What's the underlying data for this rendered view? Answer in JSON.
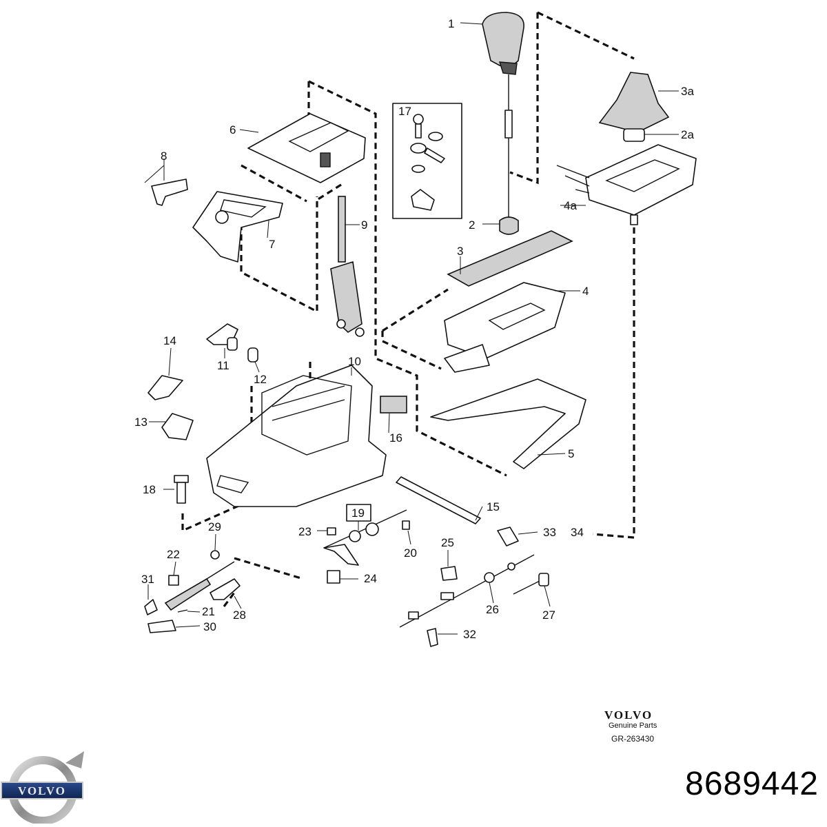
{
  "diagram": {
    "callouts": [
      {
        "id": "1",
        "text": "1"
      },
      {
        "id": "2",
        "text": "2"
      },
      {
        "id": "2a",
        "text": "2a"
      },
      {
        "id": "3",
        "text": "3"
      },
      {
        "id": "3a",
        "text": "3a"
      },
      {
        "id": "4",
        "text": "4"
      },
      {
        "id": "4a",
        "text": "4a"
      },
      {
        "id": "5",
        "text": "5"
      },
      {
        "id": "6",
        "text": "6"
      },
      {
        "id": "7",
        "text": "7"
      },
      {
        "id": "8",
        "text": "8"
      },
      {
        "id": "9",
        "text": "9"
      },
      {
        "id": "10",
        "text": "10"
      },
      {
        "id": "11",
        "text": "11"
      },
      {
        "id": "12",
        "text": "12"
      },
      {
        "id": "13",
        "text": "13"
      },
      {
        "id": "14",
        "text": "14"
      },
      {
        "id": "15",
        "text": "15"
      },
      {
        "id": "16",
        "text": "16"
      },
      {
        "id": "17",
        "text": "17"
      },
      {
        "id": "18",
        "text": "18"
      },
      {
        "id": "19",
        "text": "19"
      },
      {
        "id": "20",
        "text": "20"
      },
      {
        "id": "21",
        "text": "21"
      },
      {
        "id": "22",
        "text": "22"
      },
      {
        "id": "23",
        "text": "23"
      },
      {
        "id": "24",
        "text": "24"
      },
      {
        "id": "25",
        "text": "25"
      },
      {
        "id": "26",
        "text": "26"
      },
      {
        "id": "27",
        "text": "27"
      },
      {
        "id": "28",
        "text": "28"
      },
      {
        "id": "29",
        "text": "29"
      },
      {
        "id": "30",
        "text": "30"
      },
      {
        "id": "31",
        "text": "31"
      },
      {
        "id": "32",
        "text": "32"
      },
      {
        "id": "33",
        "text": "33"
      },
      {
        "id": "34",
        "text": "34"
      }
    ]
  },
  "brand": {
    "wordmark": "VOLVO",
    "subtitle": "Genuine Parts",
    "reference": "GR-263430",
    "logo_text": "VOLVO",
    "logo_icon": "volvo-iron-mark-icon"
  },
  "part_number": "8689442"
}
